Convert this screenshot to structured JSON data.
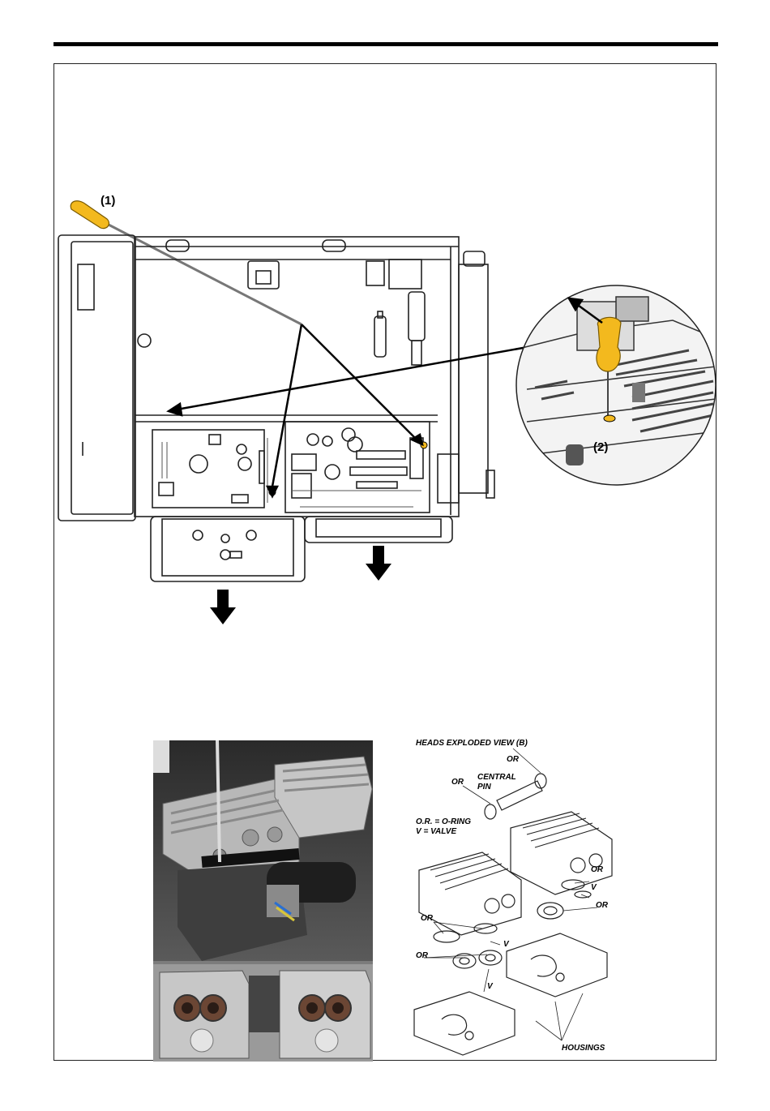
{
  "callouts": {
    "screwdriver_1": "(1)",
    "screwdriver_2": "(2)"
  },
  "exploded_view": {
    "title": "HEADS EXPLODED VIEW (B)",
    "or_top": "OR",
    "or_left": "OR",
    "central_pin_line1": "CENTRAL",
    "central_pin_line2": "PIN",
    "legend_line1": "O.R. = O-RING",
    "legend_line2": "V = VALVE",
    "or_right": "OR",
    "v_right": "V",
    "or_right2": "OR",
    "or_mid": "OR",
    "v_mid": "V",
    "or_low": "OR",
    "v_low": "V",
    "housings": "HOUSINGS"
  },
  "colors": {
    "screwdriver_handle": "#f3b91e",
    "frame": "#222222"
  }
}
